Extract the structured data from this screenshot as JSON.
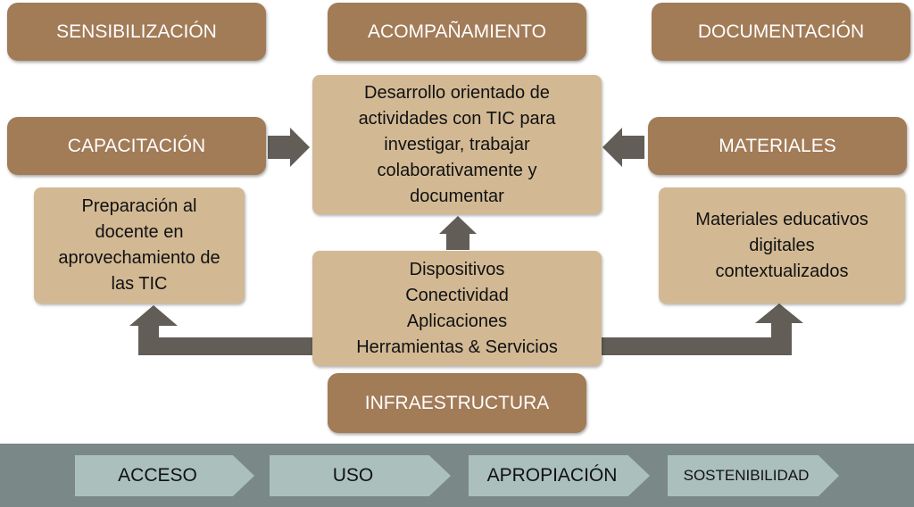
{
  "top": {
    "sensibilizacion": "SENSIBILIZACIÓN",
    "acompanamiento": "ACOMPAÑAMIENTO",
    "documentacion": "DOCUMENTACIÓN"
  },
  "capacitacion": "CAPACITACIÓN",
  "materiales": "MATERIALES",
  "center": "Desarrollo orientado de\nactividades con TIC para\ninvestigar, trabajar\ncolaborativamente y\ndocumentar",
  "preparacion": "Preparación al\ndocente en\naprovechamiento de\nlas TIC",
  "materiales_desc": "Materiales educativos\ndigitales\ncontextualizados",
  "infra_items": "Dispositivos\nConectividad\nAplicaciones\nHerramientas & Servicios",
  "infraestructura": "INFRAESTRUCTURA",
  "stages": [
    "ACCESO",
    "USO",
    "APROPIACIÓN",
    "SOSTENIBILIDAD"
  ],
  "colors": {
    "brown": "#a27b57",
    "tan": "#d2b994",
    "arrow": "#625d57",
    "bar": "#7a8887",
    "chevron": "#abc0bd"
  }
}
